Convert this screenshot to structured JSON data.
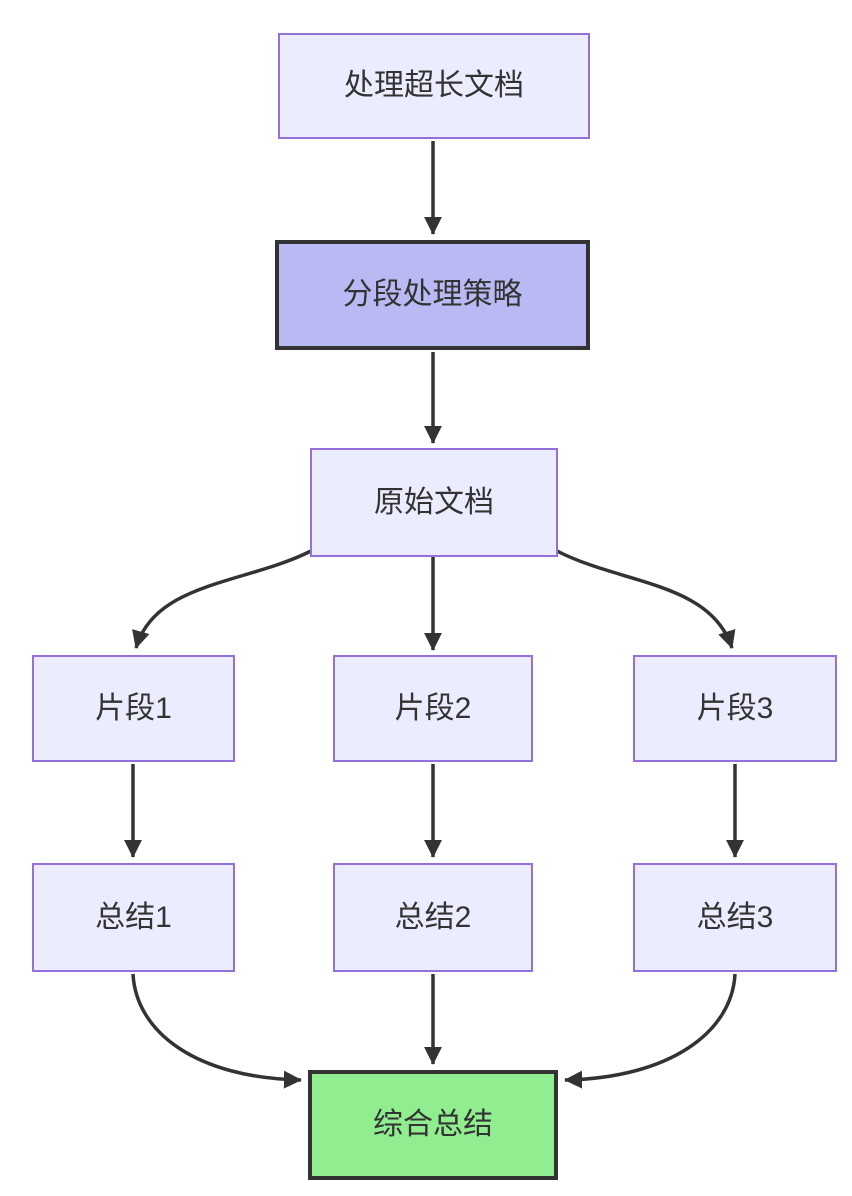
{
  "diagram": {
    "type": "flowchart",
    "direction": "top-down",
    "background": "#ffffff",
    "colors": {
      "node_fill": "#ECECFF",
      "node_border": "#9370DB",
      "highlight_fill": "#b9baf3",
      "highlight_border": "#333333",
      "result_fill": "#90EE90",
      "result_border": "#333333",
      "edge": "#333333",
      "text": "#333333"
    },
    "nodes": [
      {
        "id": "A",
        "label": "处理超长文档",
        "style": "default"
      },
      {
        "id": "B",
        "label": "分段处理策略",
        "style": "highlight"
      },
      {
        "id": "C",
        "label": "原始文档",
        "style": "default"
      },
      {
        "id": "D1",
        "label": "片段1",
        "style": "default"
      },
      {
        "id": "D2",
        "label": "片段2",
        "style": "default"
      },
      {
        "id": "D3",
        "label": "片段3",
        "style": "default"
      },
      {
        "id": "E1",
        "label": "总结1",
        "style": "default"
      },
      {
        "id": "E2",
        "label": "总结2",
        "style": "default"
      },
      {
        "id": "E3",
        "label": "总结3",
        "style": "default"
      },
      {
        "id": "F",
        "label": "综合总结",
        "style": "result"
      }
    ],
    "edges": [
      {
        "from": "A",
        "to": "B"
      },
      {
        "from": "B",
        "to": "C"
      },
      {
        "from": "C",
        "to": "D1"
      },
      {
        "from": "C",
        "to": "D2"
      },
      {
        "from": "C",
        "to": "D3"
      },
      {
        "from": "D1",
        "to": "E1"
      },
      {
        "from": "D2",
        "to": "E2"
      },
      {
        "from": "D3",
        "to": "E3"
      },
      {
        "from": "E1",
        "to": "F"
      },
      {
        "from": "E2",
        "to": "F"
      },
      {
        "from": "E3",
        "to": "F"
      }
    ]
  }
}
